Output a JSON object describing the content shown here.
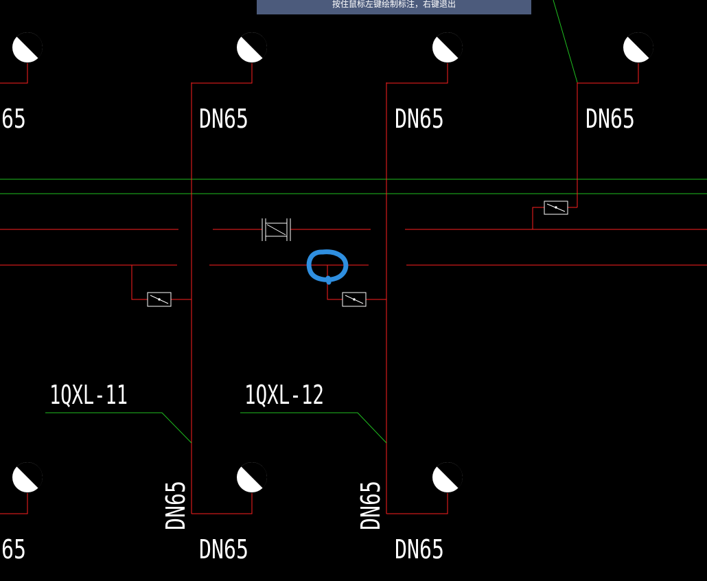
{
  "status_tip": "按住鼠标左键绘制标注，右键退出",
  "pipe_size_label": "DN65",
  "partial_pipe_label": "65",
  "riser_labels": [
    "1QXL-11",
    "1QXL-12"
  ],
  "colors": {
    "background": "#000000",
    "pipe": "#ff2020",
    "leader": "#20c020",
    "symbol": "#ffffff",
    "markup": "#2f8fe0",
    "tip_bar": "#4c5b7c"
  },
  "icons": [
    "sprinkler-head-icon",
    "valve-icon",
    "check-valve-icon"
  ]
}
